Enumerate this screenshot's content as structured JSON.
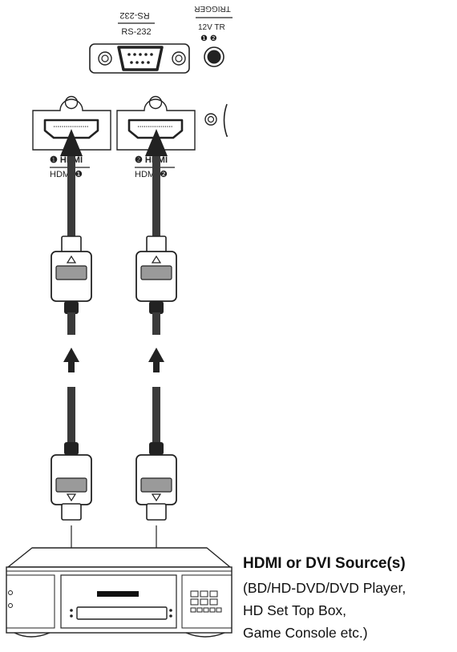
{
  "panel": {
    "rs232_label": "RS-232",
    "rs232_label_mirrored": "RS-232",
    "trigger_label": "12V TR",
    "trigger_label_mirrored": "TRIGGER",
    "trigger_numbers": "❶ ❷",
    "hdmi1_label": "HDMI ❶",
    "hdmi1_label_mirrored": "❶ HDMI",
    "hdmi2_label": "HDMI ❷",
    "hdmi2_label_mirrored": "❷ HDMI"
  },
  "source": {
    "title": "HDMI or DVI Source(s)",
    "line1": "(BD/HD-DVD/DVD Player,",
    "line2": "HD Set Top Box,",
    "line3": "Game Console etc.)"
  },
  "colors": {
    "line": "#222222",
    "cable": "#3a3a3a",
    "connector_band": "#9a9a9a"
  }
}
